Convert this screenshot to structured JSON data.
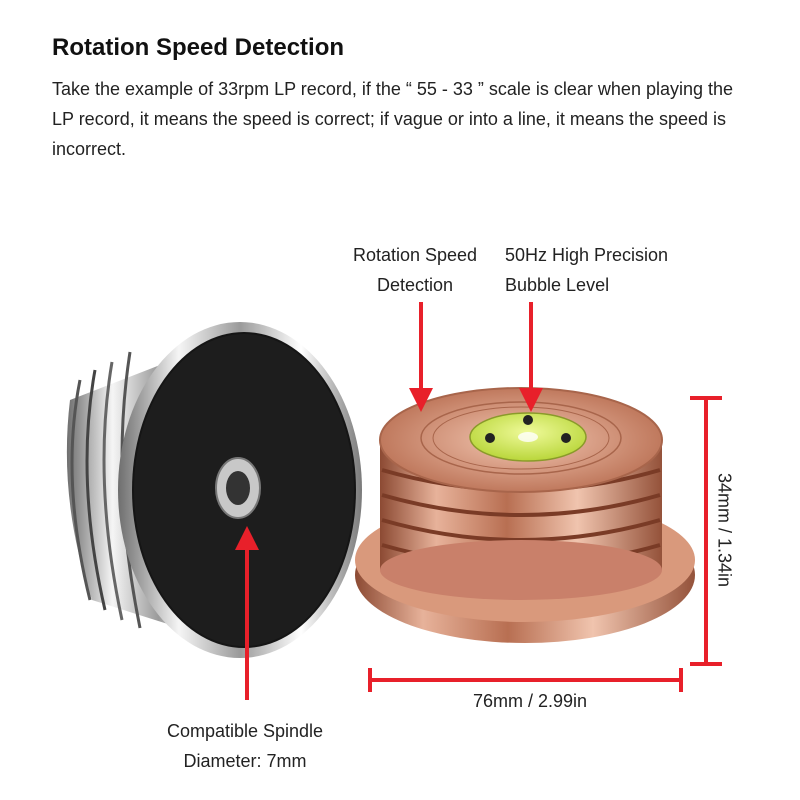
{
  "heading": "Rotation Speed Detection",
  "description": "Take the example of 33rpm LP record, if the “ 55 - 33 ” scale is clear when playing the LP record, it means the speed is correct; if vague or into a line, it means the speed is incorrect.",
  "callouts": {
    "speed_line1": "Rotation Speed",
    "speed_line2": "Detection",
    "bubble_line1": "50Hz High Precision",
    "bubble_line2": "Bubble Level",
    "spindle_line1": "Compatible Spindle",
    "spindle_line2": "Diameter: 7mm"
  },
  "dimensions": {
    "width": "76mm / 2.99in",
    "height": "34mm / 1.34in"
  },
  "colors": {
    "arrow": "#e8202a",
    "copper": "#c98a6e",
    "bubble": "#d8ef5a",
    "chrome": "#d8d8d8"
  }
}
